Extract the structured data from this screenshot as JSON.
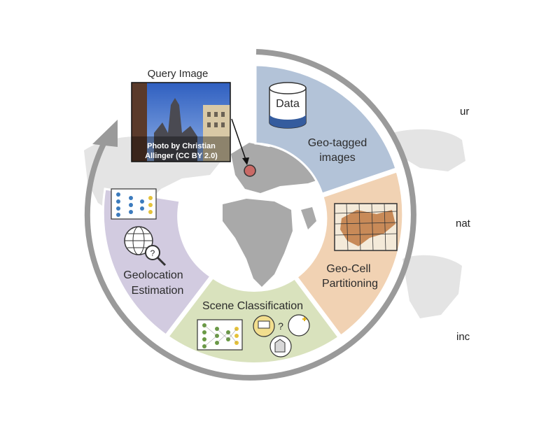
{
  "query": {
    "title": "Query Image",
    "credit_line1": "Photo by Christian",
    "credit_line2": "Allinger (CC BY 2.0)"
  },
  "segments": {
    "data_label": "Data",
    "geotagged_line1": "Geo-tagged",
    "geotagged_line2": "images",
    "geocell_line1": "Geo-Cell",
    "geocell_line2": "Partitioning",
    "scene": "Scene Classification",
    "geoloc_line1": "Geolocation",
    "geoloc_line2": "Estimation",
    "question_mark": "?"
  },
  "side_text": [
    "ur",
    "nat",
    "inc"
  ],
  "colors": {
    "geotagged": "#b3c3d8",
    "geocell": "#f1d2b3",
    "scene": "#d9e2bd",
    "geoloc": "#d2cbe0",
    "ring": "#9a9a9a",
    "query_dot": "#c96a66"
  }
}
